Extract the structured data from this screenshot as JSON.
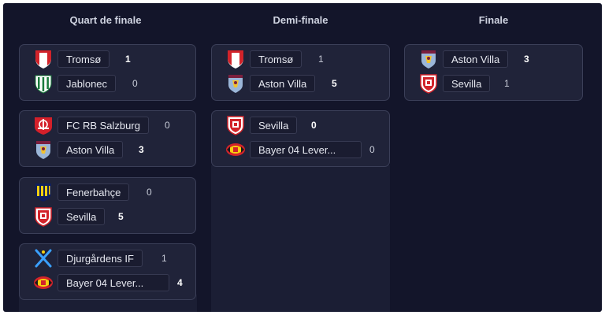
{
  "columns": {
    "quarter": "Quart de finale",
    "semi": "Demi-finale",
    "final": "Finale"
  },
  "icons": {
    "tromso": "tromso-crest-icon",
    "jablonec": "jablonec-crest-icon",
    "salzburg": "salzburg-crest-icon",
    "villa": "aston-villa-crest-icon",
    "fenerbahce": "fenerbahce-crest-icon",
    "sevilla": "sevilla-crest-icon",
    "djurgarden": "djurgarden-crest-icon",
    "leverkusen": "leverkusen-crest-icon"
  },
  "colors": {
    "background": "#13152a",
    "card": "#202339",
    "card_border": "#3b3f58",
    "text": "#e6e8f0"
  },
  "quarter_finals": [
    {
      "home": {
        "name": "Tromsø",
        "score": "1"
      },
      "away": {
        "name": "Jablonec",
        "score": "0"
      }
    },
    {
      "home": {
        "name": "FC RB Salzburg",
        "score": "0"
      },
      "away": {
        "name": "Aston Villa",
        "score": "3"
      }
    },
    {
      "home": {
        "name": "Fenerbahçe",
        "score": "0"
      },
      "away": {
        "name": "Sevilla",
        "score": "5"
      }
    },
    {
      "home": {
        "name": "Djurgårdens IF",
        "score": "1"
      },
      "away": {
        "name": "Bayer 04 Lever...",
        "score": "4"
      }
    }
  ],
  "semi_finals": [
    {
      "home": {
        "name": "Tromsø",
        "score": "1"
      },
      "away": {
        "name": "Aston Villa",
        "score": "5"
      }
    },
    {
      "home": {
        "name": "Sevilla",
        "score": "0"
      },
      "away": {
        "name": "Bayer 04 Lever...",
        "score": "0"
      }
    }
  ],
  "final": {
    "home": {
      "name": "Aston Villa",
      "score": "3"
    },
    "away": {
      "name": "Sevilla",
      "score": "1"
    }
  }
}
